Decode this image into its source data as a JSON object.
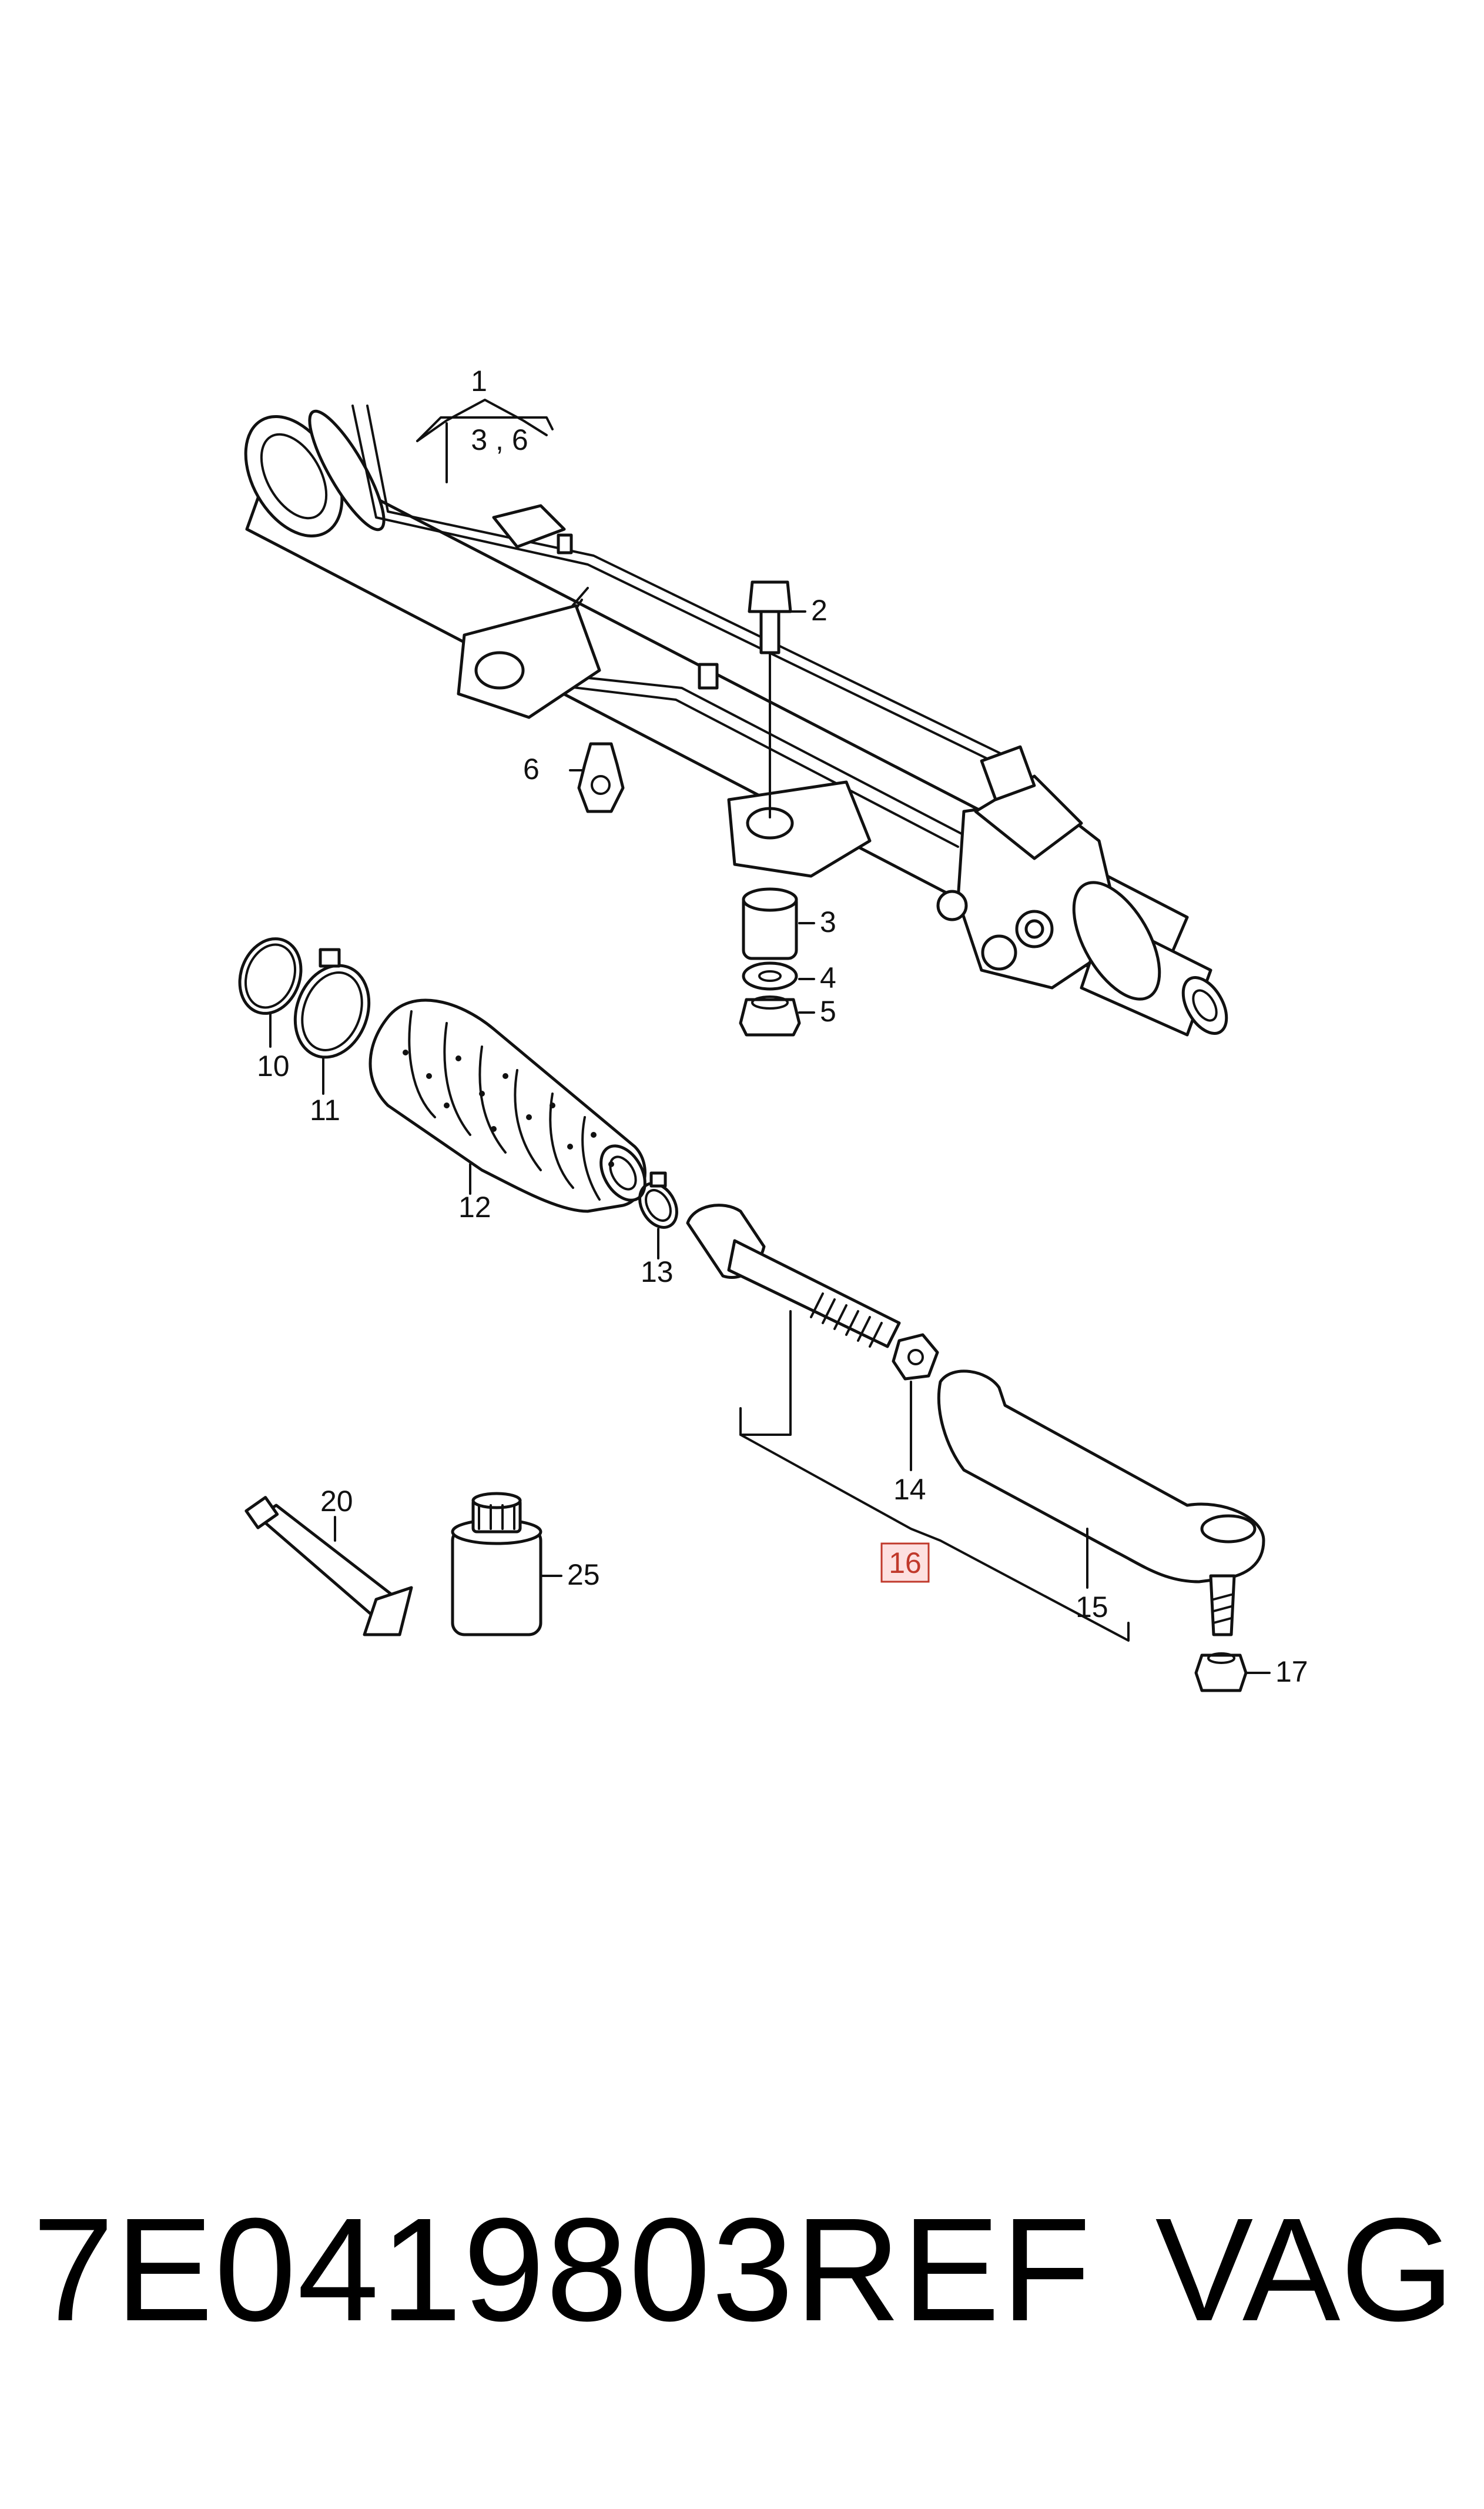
{
  "callouts": {
    "c1": "1",
    "c3_6": "3 , 6",
    "c2": "2",
    "c6": "6",
    "c3": "3",
    "c4": "4",
    "c5": "5",
    "c10": "10",
    "c11": "11",
    "c12": "12",
    "c13": "13",
    "c14": "14",
    "c15": "15",
    "c16": "16",
    "c17": "17",
    "c20": "20",
    "c25": "25"
  },
  "footer": {
    "part_number": "7E0419803REF",
    "brand": "VAG"
  },
  "colors": {
    "line": "#111111",
    "highlight": "#c0392b",
    "highlight_fill": "#fde0e0"
  }
}
